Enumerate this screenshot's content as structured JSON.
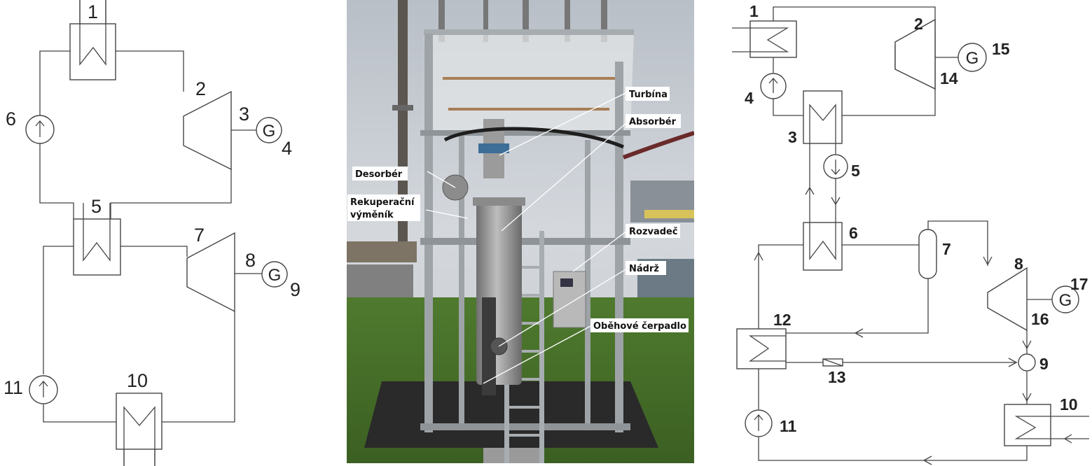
{
  "left_diagram": {
    "labels": {
      "n1": "1",
      "n2": "2",
      "n3": "3",
      "n4": "4",
      "n5": "5",
      "n6": "6",
      "n7": "7",
      "n8": "8",
      "n9": "9",
      "n10": "10",
      "n11": "11",
      "gen_top": "G",
      "gen_bottom": "G"
    }
  },
  "photo": {
    "labels": {
      "turbina": "Turbína",
      "absorber": "Absorbér",
      "desorber": "Desorbér",
      "rekuperacni_1": "Rekuperační",
      "rekuperacni_2": "výměník",
      "rozvadec": "Rozvadeč",
      "nadrz": "Nádrž",
      "cerpadlo": "Oběhové čerpadlo"
    }
  },
  "right_diagram": {
    "labels": {
      "n1": "1",
      "n2": "2",
      "n3": "3",
      "n4": "4",
      "n5": "5",
      "n6": "6",
      "n7": "7",
      "n8": "8",
      "n9": "9",
      "n10": "10",
      "n11": "11",
      "n12": "12",
      "n13": "13",
      "n14": "14",
      "n15": "15",
      "n16": "16",
      "n17": "17",
      "gen_top": "G",
      "gen_bottom": "G"
    }
  }
}
